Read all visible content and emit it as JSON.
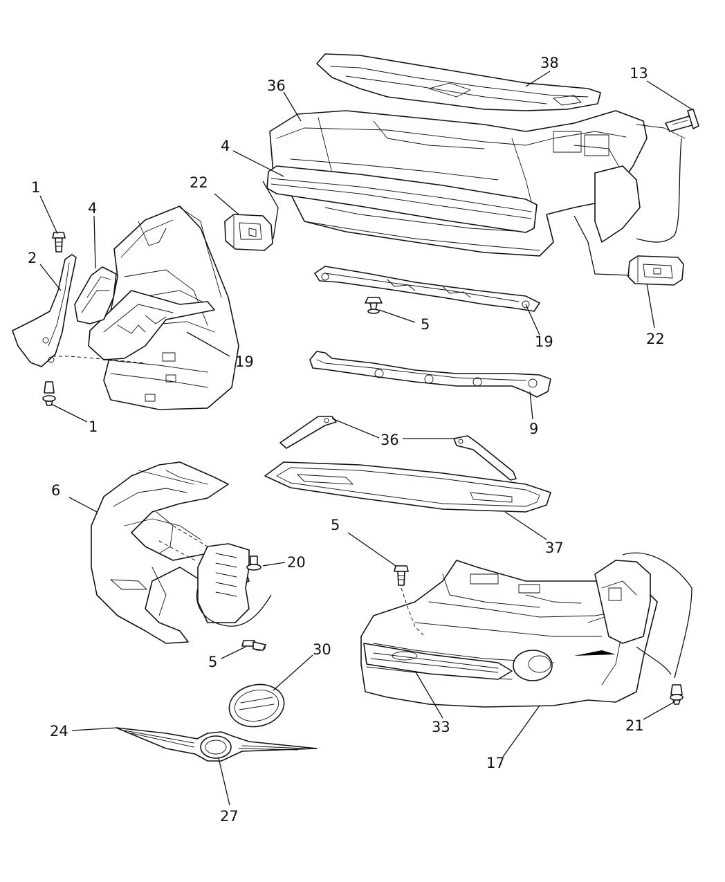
{
  "diagram": {
    "callouts": [
      {
        "id": "c38",
        "label": "38"
      },
      {
        "id": "c13",
        "label": "13"
      },
      {
        "id": "c36a",
        "label": "36"
      },
      {
        "id": "c4a",
        "label": "4"
      },
      {
        "id": "c22a",
        "label": "22"
      },
      {
        "id": "c1a",
        "label": "1"
      },
      {
        "id": "c4b",
        "label": "4"
      },
      {
        "id": "c2",
        "label": "2"
      },
      {
        "id": "c19a",
        "label": "19"
      },
      {
        "id": "c1b",
        "label": "1"
      },
      {
        "id": "c5a",
        "label": "5"
      },
      {
        "id": "c19b",
        "label": "19"
      },
      {
        "id": "c22b",
        "label": "22"
      },
      {
        "id": "c9",
        "label": "9"
      },
      {
        "id": "c36b",
        "label": "36"
      },
      {
        "id": "c37",
        "label": "37"
      },
      {
        "id": "c6",
        "label": "6"
      },
      {
        "id": "c20",
        "label": "20"
      },
      {
        "id": "c5b",
        "label": "5"
      },
      {
        "id": "c5c",
        "label": "5"
      },
      {
        "id": "c30",
        "label": "30"
      },
      {
        "id": "c24",
        "label": "24"
      },
      {
        "id": "c27",
        "label": "27"
      },
      {
        "id": "c33",
        "label": "33"
      },
      {
        "id": "c17",
        "label": "17"
      },
      {
        "id": "c21",
        "label": "21"
      }
    ]
  }
}
